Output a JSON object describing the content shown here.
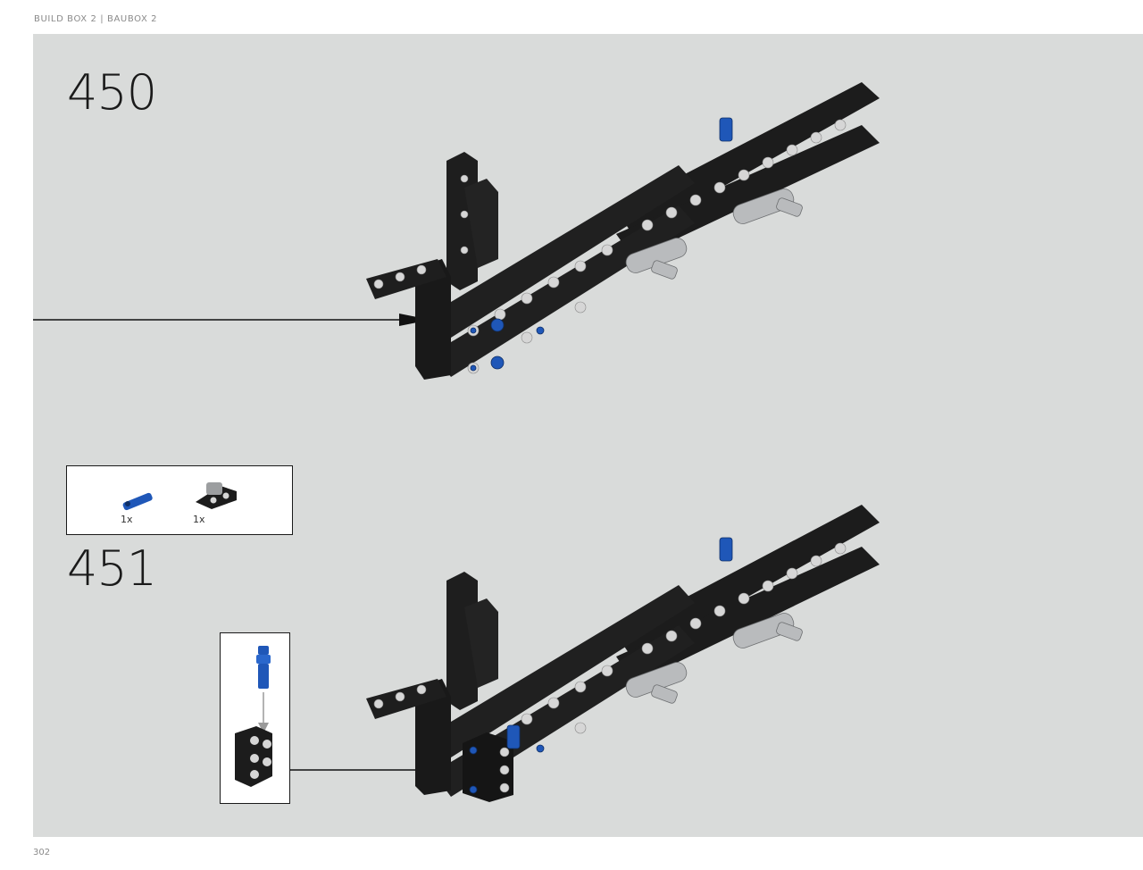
{
  "header": {
    "title": "BUILD BOX 2  |  BAUBOX 2"
  },
  "steps": [
    {
      "number": "450"
    },
    {
      "number": "451",
      "parts": [
        {
          "qty": "1x",
          "icon": "blue-pin-icon"
        },
        {
          "qty": "1x",
          "icon": "black-connector-icon"
        }
      ]
    }
  ],
  "footer": {
    "page_number": "302"
  },
  "colors": {
    "panel": "#d9dbda",
    "beam": "#1c1c1c",
    "pin_blue": "#1f57b8",
    "pin_grey": "#b9bbbd"
  }
}
